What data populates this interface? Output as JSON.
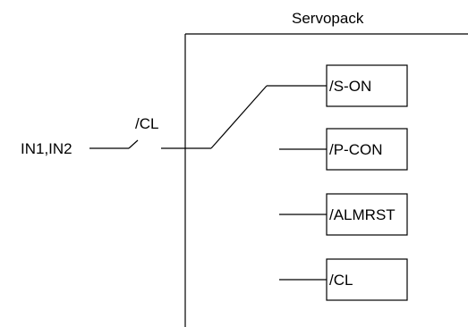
{
  "diagram": {
    "title": "Servopack",
    "input_label": "IN1,IN2",
    "switch_label": "/CL",
    "signals": [
      "/S-ON",
      "/P-CON",
      "/ALMRST",
      "/CL"
    ]
  }
}
